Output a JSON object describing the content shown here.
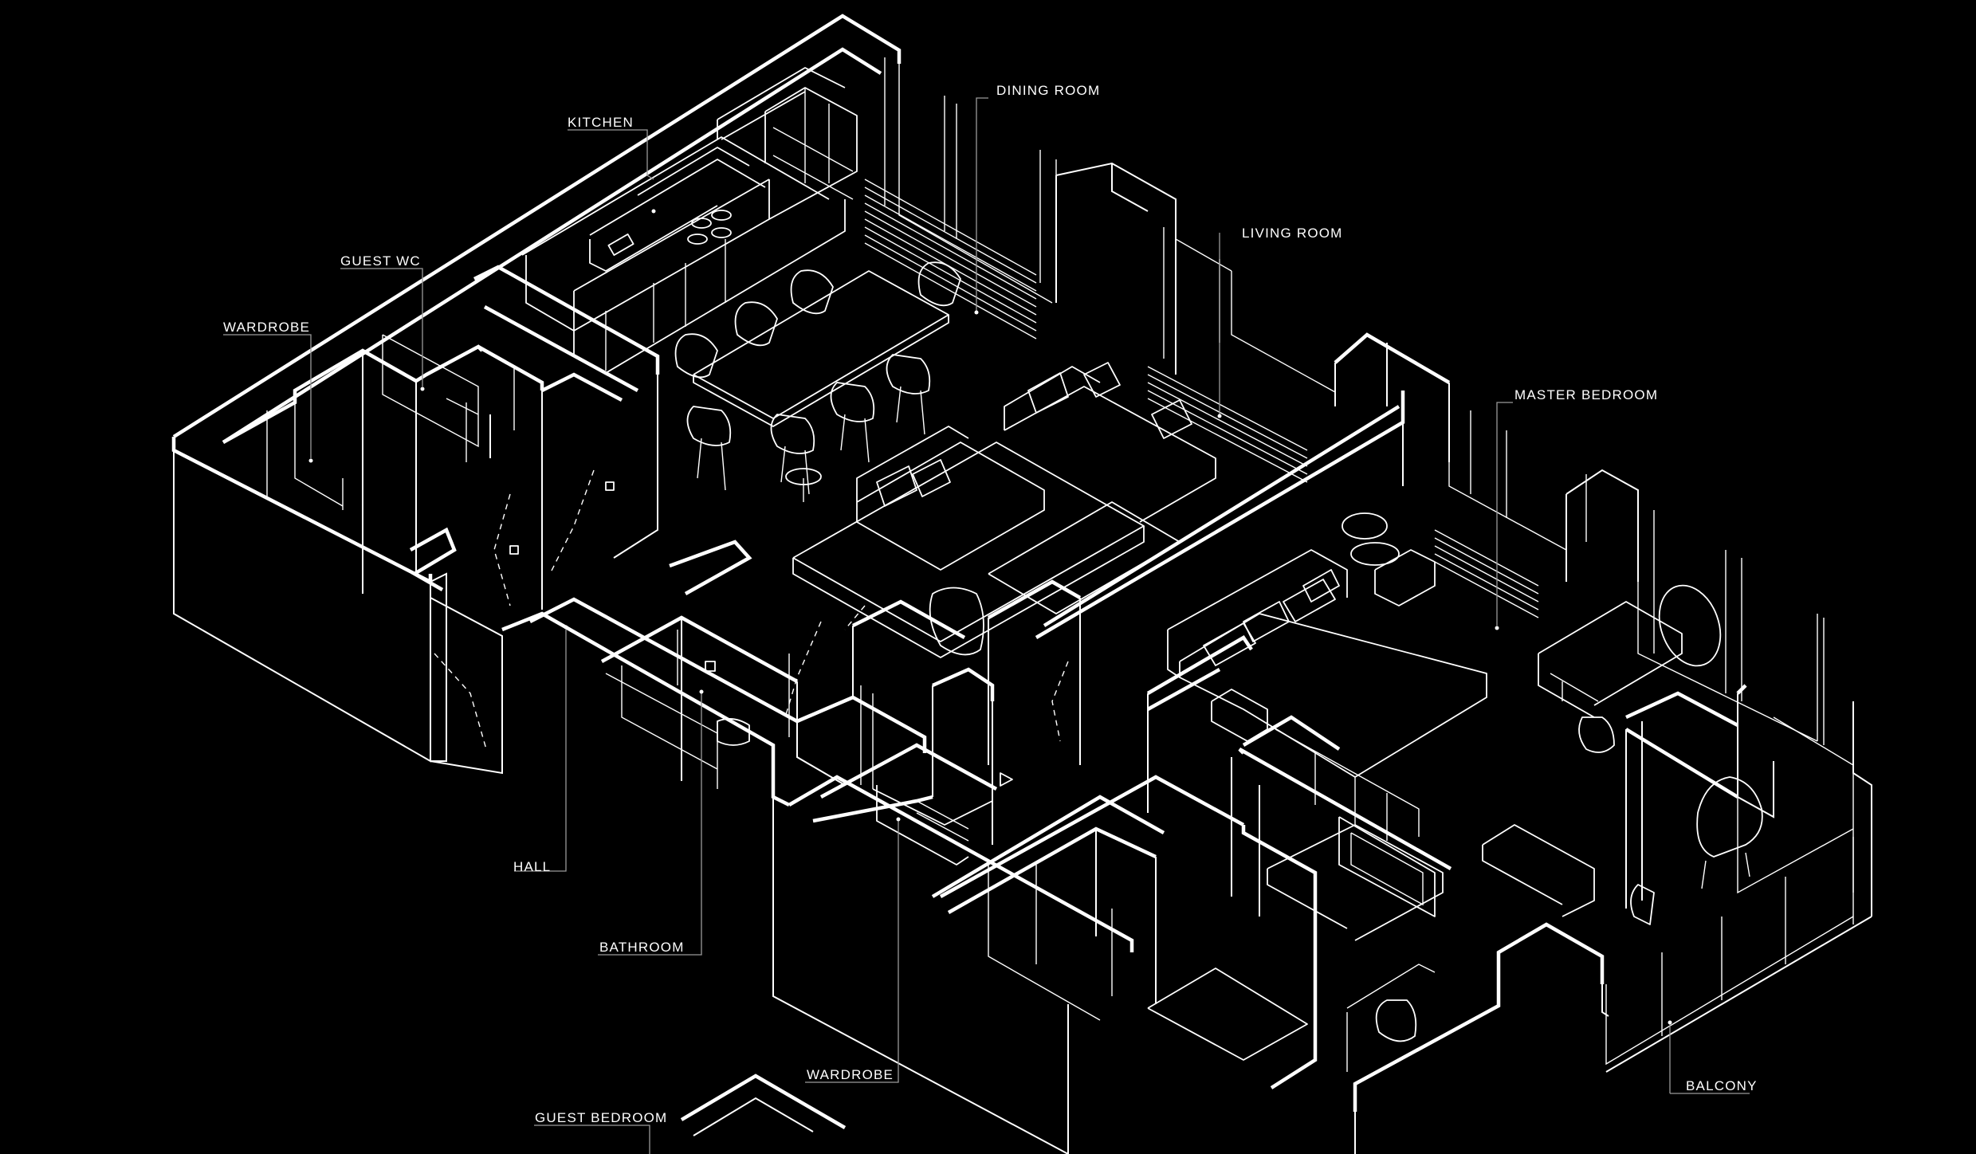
{
  "rooms": [
    {
      "id": "kitchen",
      "label": "KITCHEN"
    },
    {
      "id": "dining-room",
      "label": "DINING ROOM"
    },
    {
      "id": "living-room",
      "label": "LIVING ROOM"
    },
    {
      "id": "guest-wc",
      "label": "GUEST WC"
    },
    {
      "id": "wardrobe-1",
      "label": "WARDROBE"
    },
    {
      "id": "master-bedroom",
      "label": "MASTER BEDROOM"
    },
    {
      "id": "hall",
      "label": "HALL"
    },
    {
      "id": "bathroom",
      "label": "BATHROOM"
    },
    {
      "id": "wardrobe-2",
      "label": "WARDROBE"
    },
    {
      "id": "guest-bedroom",
      "label": "GUEST BEDROOM"
    },
    {
      "id": "balcony",
      "label": "BALCONY"
    }
  ],
  "colors": {
    "background": "#000000",
    "line": "#ffffff",
    "leader": "#9a9a9a"
  }
}
